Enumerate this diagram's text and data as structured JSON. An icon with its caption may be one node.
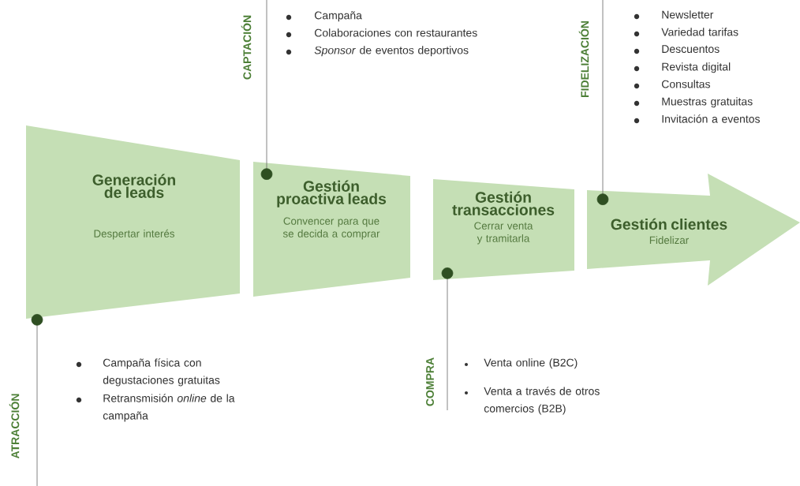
{
  "diagram": {
    "nodes": [
      {
        "text": [
          "Generación de leads",
          "Despertar interés"
        ]
      },
      {
        "text": [
          "Gestión proactiva leads",
          "Convencer para que se decida a comprar"
        ]
      },
      {
        "text": [
          "Gestión transacciones",
          "Cerrar venta y tramitarla"
        ]
      },
      {
        "text": [
          "Gestión clientes",
          "Fidelizar"
        ]
      },
      {
        "text": [
          "ATRACCIÓN"
        ]
      },
      {
        "text": [
          "CAPTACIÓN"
        ]
      },
      {
        "text": [
          "COMPRA"
        ]
      },
      {
        "text": [
          "FIDELIZACIÓN"
        ]
      }
    ],
    "edges": [
      {
        "from": 4,
        "to": 0,
        "arrow": "other"
      },
      {
        "from": 5,
        "to": 1,
        "arrow": "other"
      },
      {
        "from": 6,
        "to": 2,
        "arrow": "other"
      },
      {
        "from": 7,
        "to": 3,
        "arrow": "other"
      }
    ],
    "labels": [
      "Campaña",
      "Colaboraciones con restaurantes",
      "*Sponsor* de eventos deportivos",
      "Newsletter",
      "Variedad tarifas",
      "Descuentos",
      "Revista digital",
      "Consultas",
      "Muestras gratuitas",
      "Invitación a eventos",
      "Campaña física con degustaciones gratuitas",
      "Retransmisión *online* de la campaña",
      "Venta online (B2C)",
      "Venta a través de otros comercios (B2B)"
    ]
  }
}
